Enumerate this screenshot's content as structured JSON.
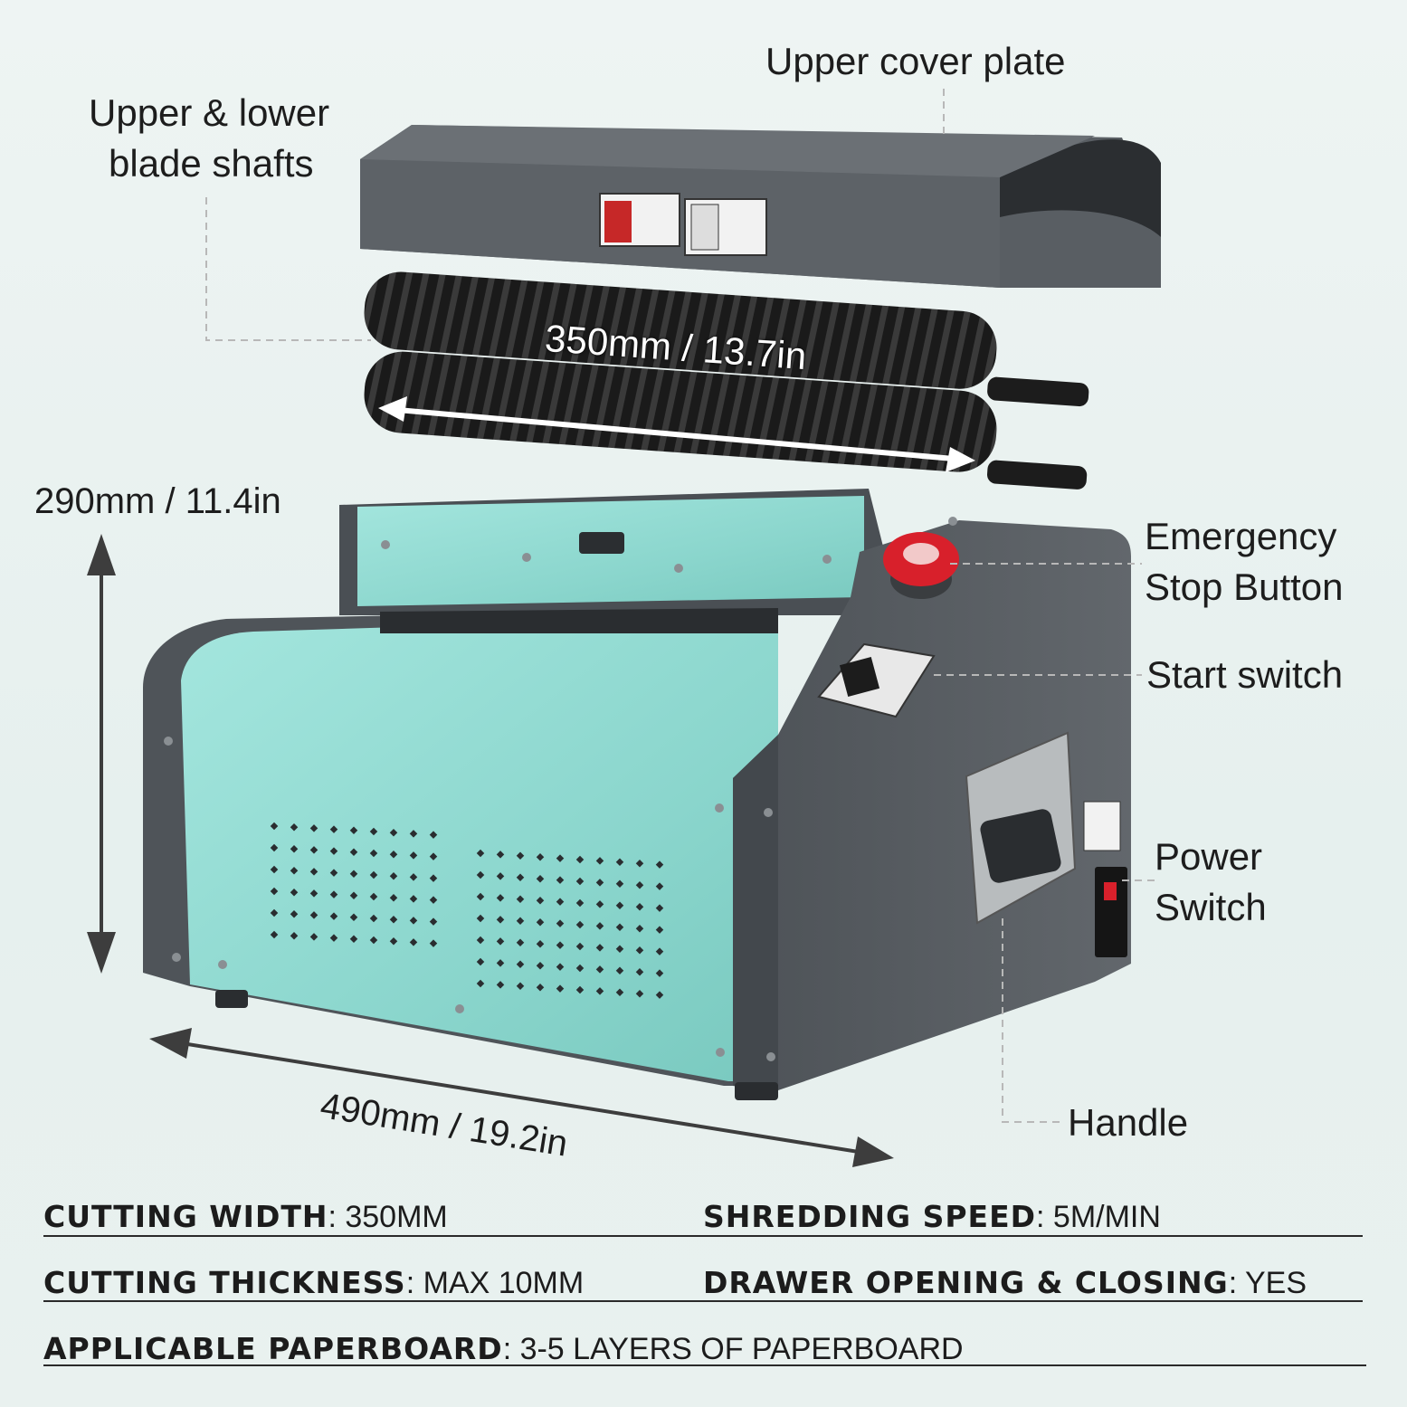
{
  "callouts": {
    "cover": "Upper cover plate",
    "shafts_line1": "Upper & lower",
    "shafts_line2": "blade shafts",
    "estop_line1": "Emergency",
    "estop_line2": "Stop Button",
    "start": "Start switch",
    "power_line1": "Power",
    "power_line2": "Switch",
    "handle": "Handle"
  },
  "dimensions": {
    "shaft_length": "350mm / 13.7in",
    "height": "290mm / 11.4in",
    "width": "490mm / 19.2in"
  },
  "specs": [
    {
      "label": "CUTTING WIDTH",
      "value": ": 350MM"
    },
    {
      "label": "SHREDDING SPEED",
      "value": ": 5M/MIN"
    },
    {
      "label": "CUTTING THICKNESS",
      "value": ": MAX 10MM"
    },
    {
      "label": "DRAWER OPENING & CLOSING",
      "value": ": YES"
    },
    {
      "label": "APPLICABLE PAPERBOARD",
      "value": ": 3-5 LAYERS OF PAPERBOARD"
    }
  ],
  "colors": {
    "teal": "#8fd9d0",
    "gray": "#555b60",
    "red": "#d8202b"
  }
}
